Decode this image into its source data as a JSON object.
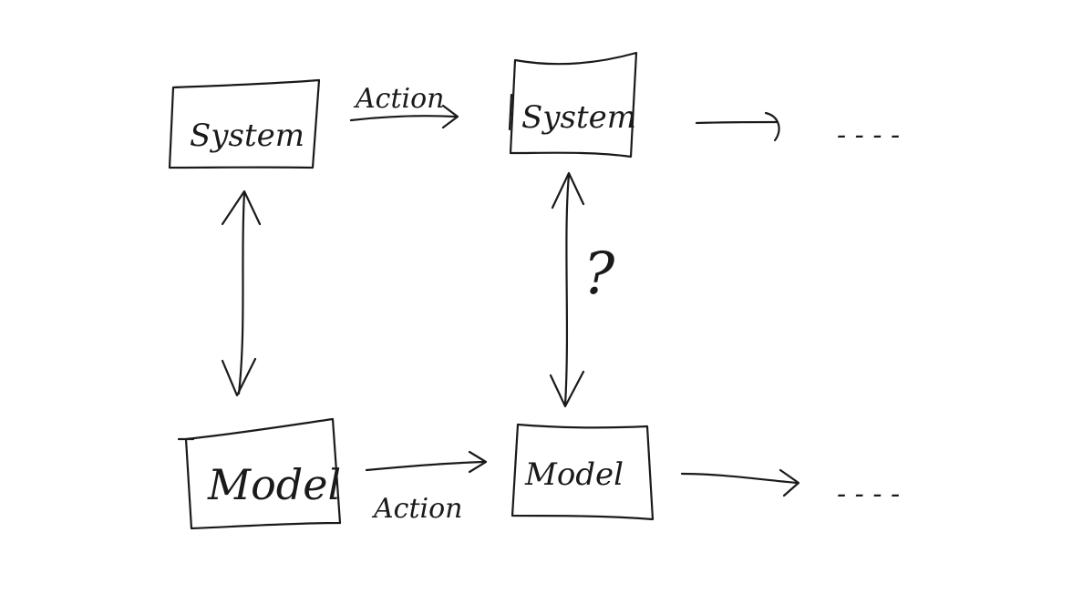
{
  "diagram": {
    "nodes": {
      "system_1": {
        "label": "System"
      },
      "system_2": {
        "label": "System"
      },
      "model_1": {
        "label": "Model"
      },
      "model_2": {
        "label": "Model"
      }
    },
    "edges": {
      "system_action": {
        "label": "Action"
      },
      "model_action": {
        "label": "Action"
      },
      "correspondence_question": {
        "label": "?"
      }
    },
    "continuation": {
      "system": "- - - -",
      "model": "- - - -"
    },
    "ink_color": "#1a1a1a"
  }
}
